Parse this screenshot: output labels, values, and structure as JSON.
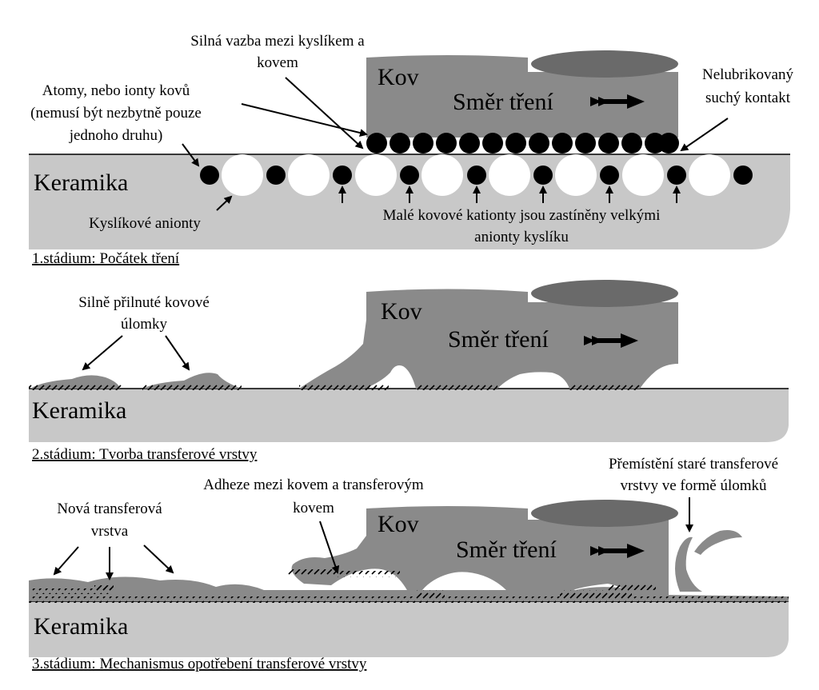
{
  "materials": {
    "metal": "Kov",
    "ceramic": "Keramika",
    "direction": "Směr tření"
  },
  "stage1": {
    "caption": "1.stádium: Počátek tření",
    "atoms_note": [
      "Atomy, nebo ionty kovů",
      "(nemusí být nezbytně pouze",
      "jednoho druhu)"
    ],
    "bond_note": [
      "Silná vazba mezi kyslíkem a",
      "kovem"
    ],
    "dry_contact_note": [
      "Nelubrikovaný",
      "suchý kontakt"
    ],
    "anions_note": "Kyslíkové anionty",
    "cations_note": [
      "Malé kovové kationty jsou zastíněny velkými",
      "anionty kyslíku"
    ]
  },
  "stage2": {
    "caption": "2.stádium: Tvorba transferové vrstvy",
    "fragments_note": [
      "Silně přilnuté kovové",
      "úlomky"
    ]
  },
  "stage3": {
    "caption": "3.stádium: Mechanismus opotřebení transferové vrstvy",
    "new_layer_note": [
      "Nová transferová",
      "vrstva"
    ],
    "adhesion_note": [
      "Adheze mezi kovem a transferovým",
      "kovem"
    ],
    "displacement_note": [
      "Přemístění staré transferové",
      "vrstvy ve formě úlomků"
    ]
  },
  "colors": {
    "ceramic": "#c8c8c8",
    "metal": "#8a8a8a",
    "metal_top": "#6a6a6a",
    "atom": "#000000",
    "anion": "#ffffff"
  }
}
